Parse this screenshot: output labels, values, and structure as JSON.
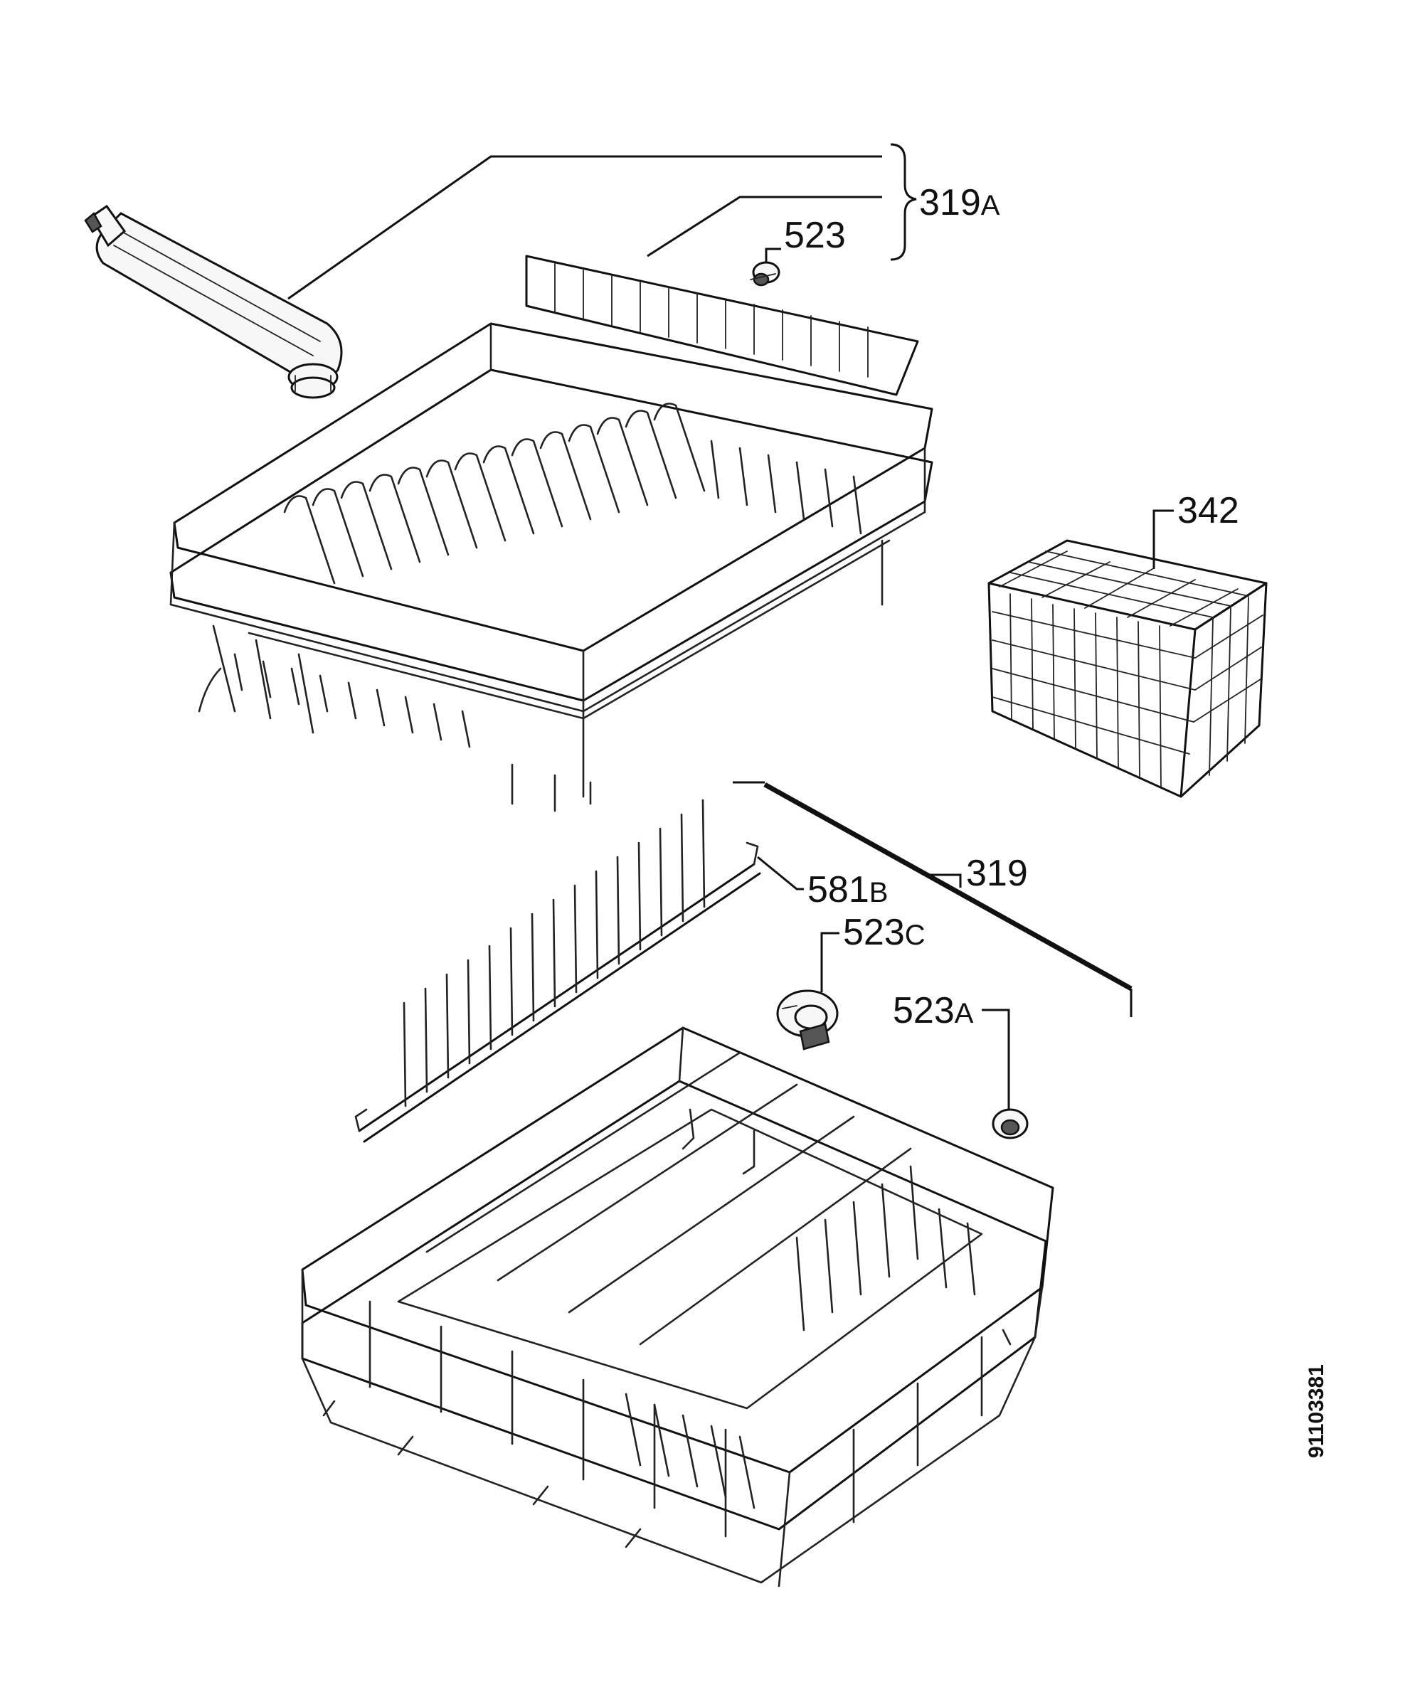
{
  "labels": {
    "p319a": {
      "num": "319",
      "suffix": "A"
    },
    "p523": {
      "num": "523",
      "suffix": ""
    },
    "p342": {
      "num": "342",
      "suffix": ""
    },
    "p319": {
      "num": "319",
      "suffix": ""
    },
    "p581b": {
      "num": "581",
      "suffix": "B"
    },
    "p523c": {
      "num": "523",
      "suffix": "C"
    },
    "p523a": {
      "num": "523",
      "suffix": "A"
    }
  },
  "document_number": "91103381",
  "colors": {
    "ink": "#111111",
    "background": "#ffffff"
  }
}
